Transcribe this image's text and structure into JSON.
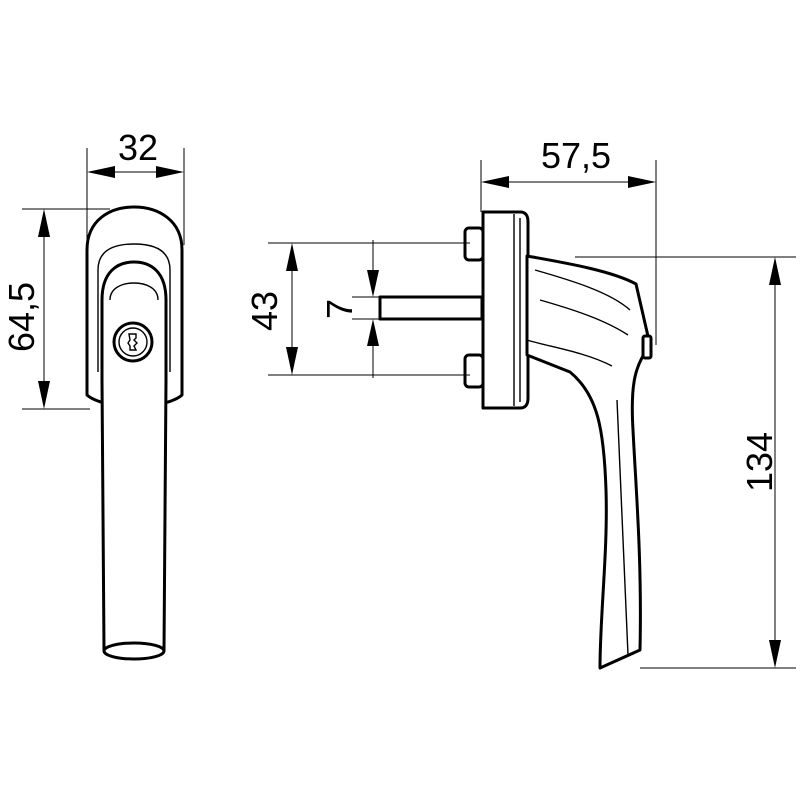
{
  "drawing": {
    "subject": "window handle with lock",
    "dimensions": {
      "front_width": "32",
      "front_height": "64,5",
      "base_height": "43",
      "spindle": "7",
      "projection": "57,5",
      "handle_length": "134"
    },
    "colors": {
      "line": "#000000",
      "background": "#ffffff"
    }
  }
}
